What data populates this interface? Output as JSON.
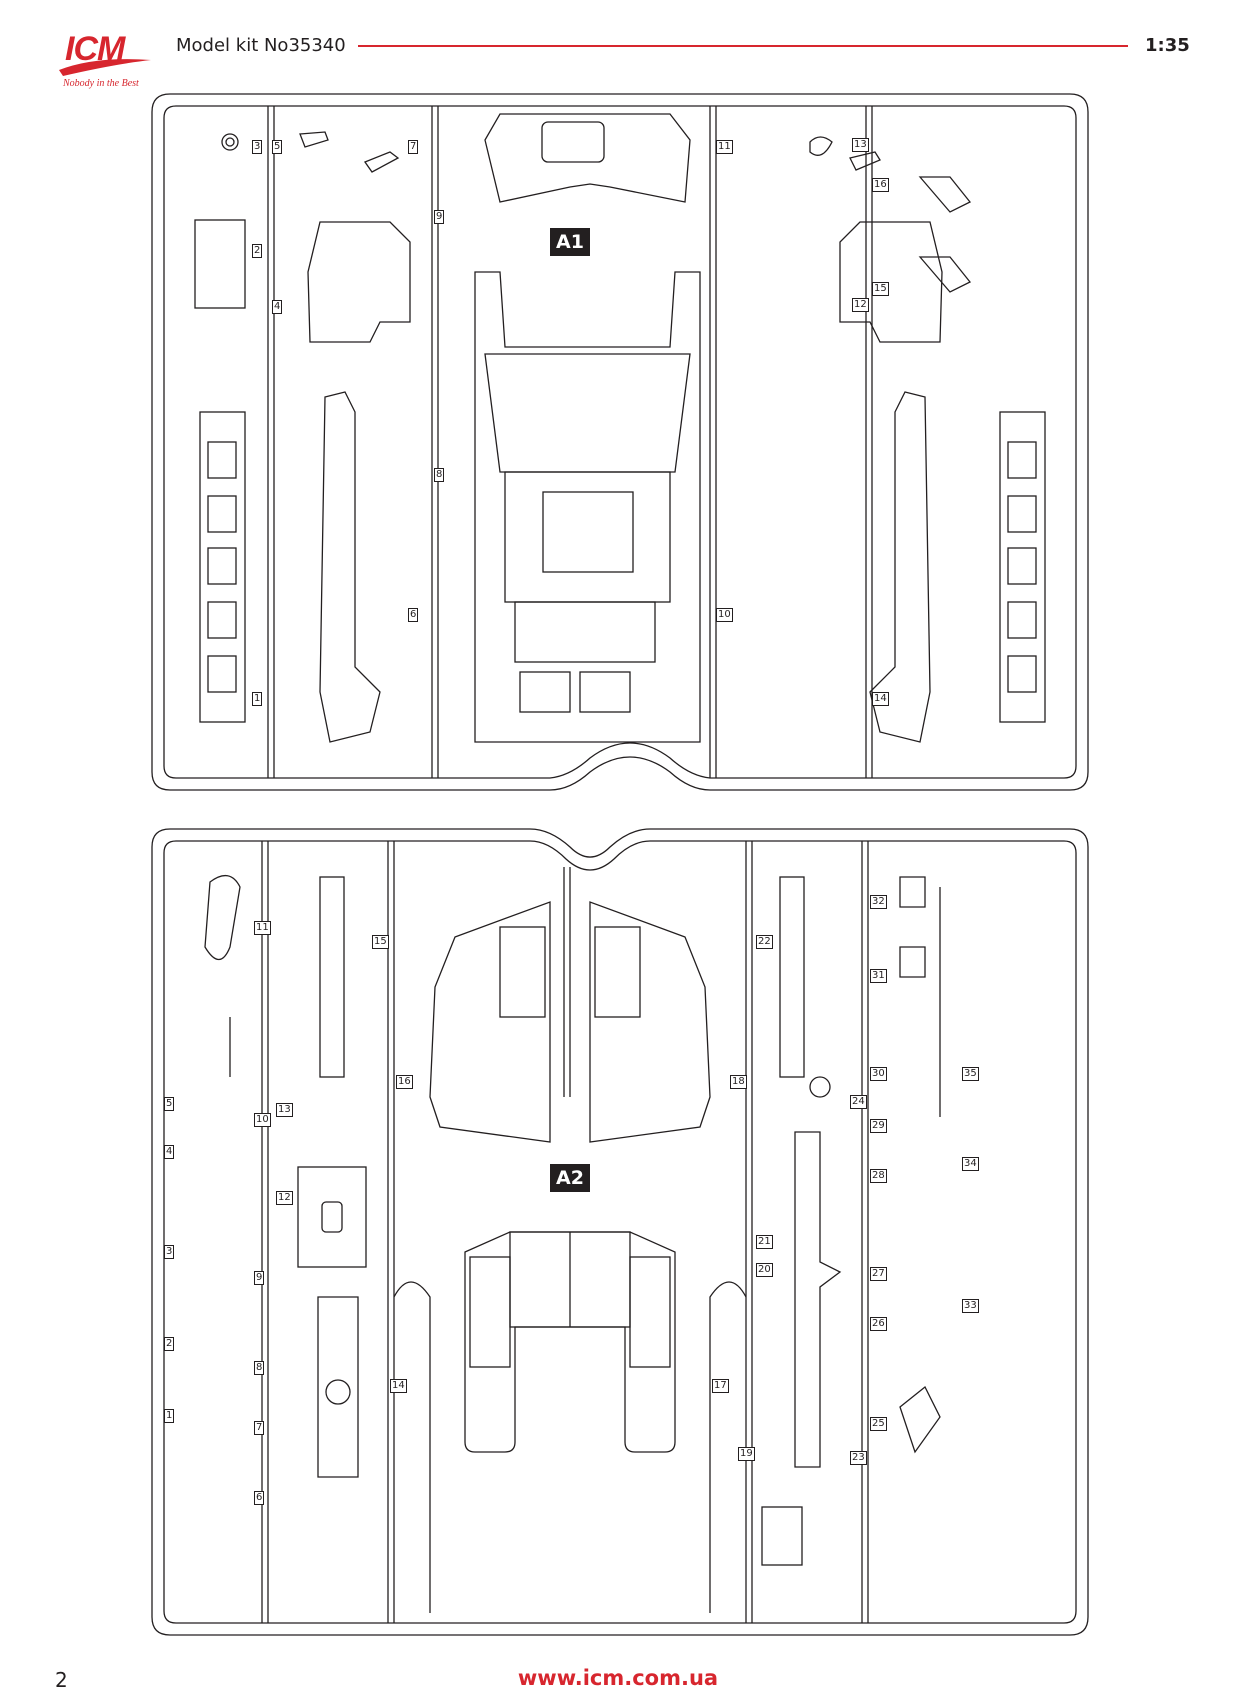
{
  "header": {
    "logo_text": "ICM",
    "logo_tagline": "Nobody in the Best",
    "title": "Model kit No35340",
    "scale": "1:35"
  },
  "sprue_a1": {
    "label": "A1",
    "part_numbers": [
      "1",
      "2",
      "3",
      "4",
      "5",
      "6",
      "7",
      "8",
      "9",
      "10",
      "11",
      "12",
      "13",
      "14",
      "15",
      "16"
    ]
  },
  "sprue_a2": {
    "label": "A2",
    "part_numbers": [
      "1",
      "2",
      "3",
      "4",
      "5",
      "6",
      "7",
      "8",
      "9",
      "10",
      "11",
      "12",
      "13",
      "14",
      "15",
      "16",
      "17",
      "18",
      "19",
      "20",
      "21",
      "22",
      "23",
      "24",
      "25",
      "26",
      "27",
      "28",
      "29",
      "30",
      "31",
      "32",
      "33",
      "34",
      "35"
    ]
  },
  "footer": {
    "page_number": "2",
    "url": "www.icm.com.ua"
  },
  "colors": {
    "brand_red": "#d7262e",
    "line": "#231f20"
  }
}
